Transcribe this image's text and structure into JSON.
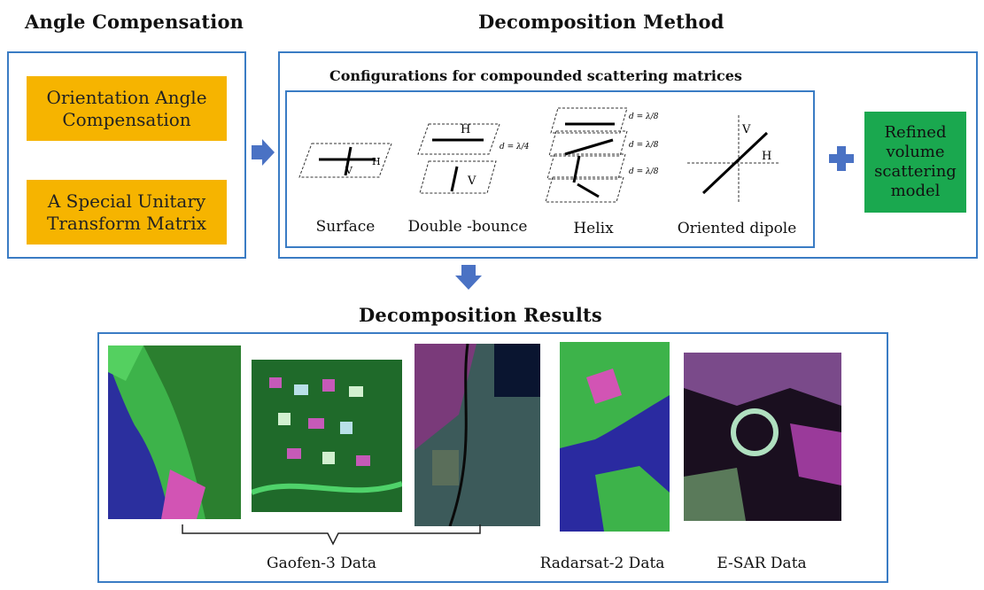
{
  "headings": {
    "angle_compensation": "Angle Compensation",
    "decomposition_method": "Decomposition Method",
    "decomposition_results": "Decomposition Results"
  },
  "angle_boxes": [
    "Orientation Angle Compensation",
    "A Special Unitary Transform Matrix"
  ],
  "configurations": {
    "title": "Configurations for compounded scattering matrices",
    "labels": [
      "Surface",
      "Double -bounce",
      "Helix",
      "Oriented dipole"
    ],
    "axis_letters": {
      "h": "H",
      "v": "V"
    },
    "spacing": {
      "d_lambda_4": "d = λ/4",
      "d_lambda_8": "d = λ/8"
    }
  },
  "volume_model": "Refined volume scattering model",
  "results": {
    "gaofen": "Gaofen-3 Data",
    "radarsat": "Radarsat-2 Data",
    "esar": "E-SAR Data"
  },
  "colors": {
    "frame": "#3a7cc4",
    "orange_box": "#f6b400",
    "green_box": "#1aa84f",
    "arrow": "#4a72c4"
  }
}
